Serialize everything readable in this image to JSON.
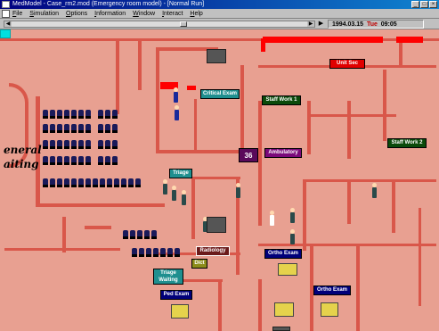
{
  "window": {
    "title": "MedModel - Case_rm2.mod (Emergency room model) - [Normal Run]"
  },
  "menu": {
    "items": [
      "File",
      "Simulation",
      "Options",
      "Information",
      "Window",
      "Interact",
      "Help"
    ]
  },
  "clock": {
    "date": "1994.03.15",
    "day": "Tue",
    "time": "09:05"
  },
  "map": {
    "area_text": {
      "general_line1": "eneral",
      "general_line2": "aiting"
    },
    "counter_value": "36",
    "labels": {
      "unit_sec": "Unit Sec",
      "critical_exam": "Critical Exam",
      "staff_work_1": "Staff Work 1",
      "staff_work_2": "Staff Work 2",
      "ambulatory": "Ambulatory",
      "triage": "Triage",
      "radiology": "Radiology",
      "dict": "Dict",
      "triage_waiting_1": "Triage",
      "triage_waiting_2": "Waiting",
      "ped_exam": "Ped Exam",
      "ortho_exam_1": "Ortho Exam",
      "ortho_exam_2": "Ortho Exam"
    }
  },
  "colors": {
    "floor": "#e8a091",
    "wall": "#d9574a",
    "accent_red": "#ff0000"
  }
}
